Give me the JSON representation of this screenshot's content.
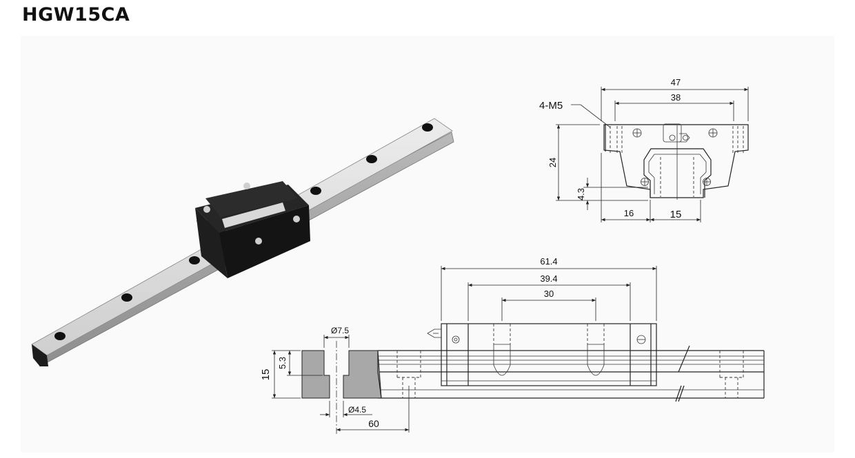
{
  "title": "HGW15CA",
  "front_view": {
    "callout": "4-M5",
    "dims": {
      "width_outer": "47",
      "width_inner": "38",
      "height": "24",
      "rail_offset": "4.3",
      "left_offset": "16",
      "rail_width": "15"
    }
  },
  "side_view": {
    "dims": {
      "block_length": "61.4",
      "body_length": "39.4",
      "hole_spacing": "30"
    }
  },
  "rail_section": {
    "dims": {
      "counterbore_dia": "Ø7.5",
      "hole_dia": "Ø4.5",
      "counterbore_depth": "5.3",
      "rail_height": "15",
      "pitch": "60"
    }
  },
  "colors": {
    "rail_section_fill": "#a8a8a8",
    "block_color": "#1a1a1a",
    "rail_color": "#c9c9c9"
  }
}
